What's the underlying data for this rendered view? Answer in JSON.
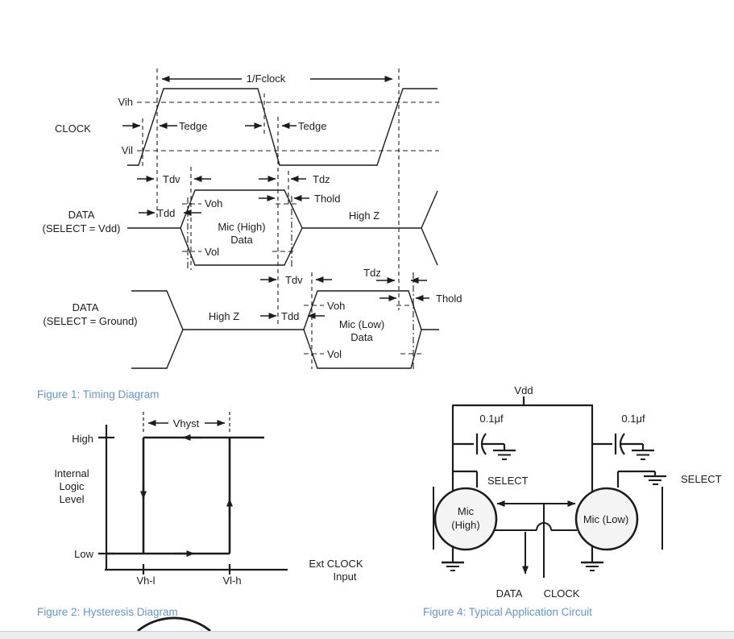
{
  "figure1": {
    "caption": "Figure 1: Timing Diagram",
    "labels": {
      "fclock": "1/Fclock",
      "vih": "Vih",
      "vil": "Vil",
      "clock": "CLOCK",
      "tedge": "Tedge",
      "tdv": "Tdv",
      "tdz": "Tdz",
      "thold": "Thold",
      "tdd": "Tdd",
      "voh": "Voh",
      "vol": "Vol",
      "high_z": "High Z",
      "mic_high": "Mic (High)",
      "mic_low": "Mic (Low)",
      "data_word": "Data",
      "row1_name": "DATA",
      "row1_select": "(SELECT = Vdd)",
      "row2_name": "DATA",
      "row2_select": "(SELECT = Ground)"
    }
  },
  "figure2": {
    "caption": "Figure 2: Hysteresis Diagram",
    "labels": {
      "vhyst": "Vhyst",
      "high": "High",
      "low": "Low",
      "internal": "Internal",
      "logic": "Logic",
      "level": "Level",
      "vhl": "Vh-l",
      "vlh": "Vl-h",
      "ext_clock": "Ext CLOCK",
      "input": "Input"
    }
  },
  "figure4": {
    "caption": "Figure 4: Typical Application Circuit",
    "labels": {
      "vdd": "Vdd",
      "cap_value": "0.1μf",
      "select": "SELECT",
      "mic": "Mic",
      "mic_high_paren": "(High)",
      "mic_low": "Mic (Low)",
      "data": "DATA",
      "clock": "CLOCK"
    }
  },
  "colors": {
    "caption_blue": "#6794c7",
    "line": "#1c1c1c",
    "bottom_bar": "#e9eded"
  }
}
